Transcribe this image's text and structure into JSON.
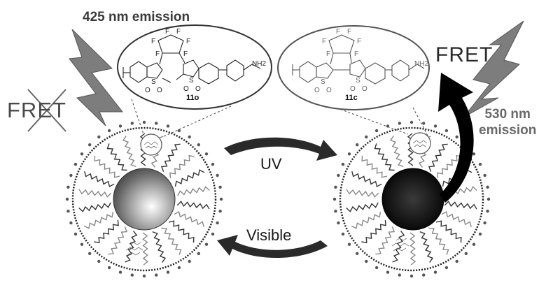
{
  "labels": {
    "emission_425": "425 nm emission",
    "fret_left": "FRET",
    "fret_right": "FRET",
    "emission_530_line1": "530 nm",
    "emission_530_line2": "emission",
    "uv": "UV",
    "visible": "Visible"
  },
  "compounds": {
    "open_form": "11o",
    "closed_form": "11c"
  },
  "chem_text": {
    "fluorine": "F",
    "amine": "NH2",
    "sulfur": "S",
    "oxygen": "O"
  },
  "colors": {
    "bolt_fill": "#7d7d7d",
    "closed_core": "#111111",
    "open_core_highlight": "#ffffff",
    "open_core_shadow": "#555555",
    "fret_arrow": "#000000"
  }
}
